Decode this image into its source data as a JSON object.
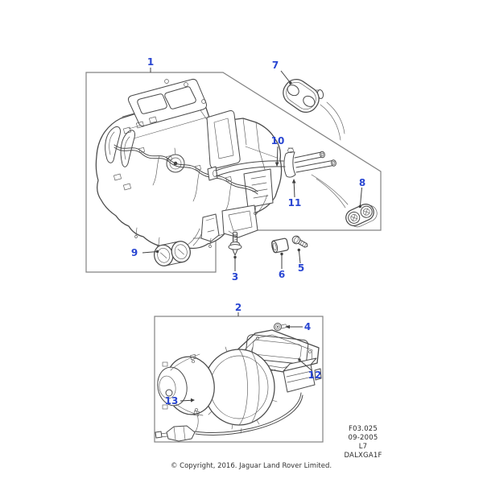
{
  "colors": {
    "callout_blue": "#2946d2",
    "artwork_line": "#4a4a4a",
    "frame_border": "#828282",
    "background": "#ffffff",
    "footer_text": "#2b2b2b"
  },
  "callouts": {
    "c1": "1",
    "c2": "2",
    "c3": "3",
    "c4": "4",
    "c5": "5",
    "c6": "6",
    "c7": "7",
    "c8": "8",
    "c9": "9",
    "c10": "10",
    "c11": "11",
    "c12": "12",
    "c13": "13"
  },
  "figure_code": {
    "lines": [
      "F03.025",
      "09-2005",
      "L7",
      "DALXGA1F"
    ]
  },
  "copyright": "© Copyright, 2016. Jaguar Land Rover Limited."
}
